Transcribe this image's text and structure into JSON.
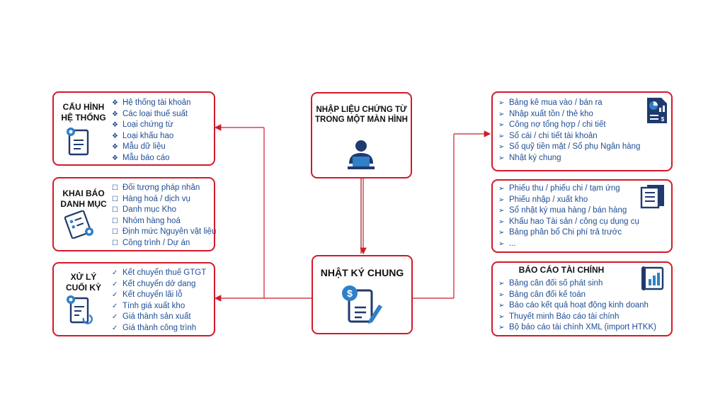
{
  "colors": {
    "border": "#d11a2a",
    "text": "#1f4e96",
    "icon_dark": "#1f3a6e",
    "icon_blue": "#2f80c8"
  },
  "center_top": {
    "title_line1": "NHẬP LIỆU CHỨNG TỪ",
    "title_line2": "TRONG MỘT MÀN HÌNH",
    "icon": "person-computer-icon"
  },
  "center_main": {
    "title": "NHẬT KÝ CHUNG",
    "icon": "dollar-document-icon"
  },
  "left_boxes": [
    {
      "title_line1": "CẤU HÌNH",
      "title_line2": "HỆ THỐNG",
      "bullet": "❖",
      "icon": "settings-document-icon",
      "items": [
        "Hệ thống tài khoản",
        "Các loại thuế suất",
        "Loại chứng từ",
        "Loại khấu hao",
        "Mẫu dữ liệu",
        "Mẫu báo cáo"
      ]
    },
    {
      "title_line1": "KHAI BÁO",
      "title_line2": "DANH MỤC",
      "bullet": "☐",
      "icon": "checklist-icon",
      "items": [
        "Đối tượng pháp nhân",
        "Hàng hoá / dịch vụ",
        "Danh mục Kho",
        "Nhóm hàng hoá",
        "Định mức Nguyên vật liệu",
        "Công trình / Dự án"
      ]
    },
    {
      "title_line1": "XỬ LÝ",
      "title_line2": "CUỐI KỲ",
      "bullet": "✓",
      "icon": "process-document-icon",
      "items": [
        "Kết chuyển thuế GTGT",
        "Kết chuyển dở dang",
        "Kết chuyển lãi lỗ",
        "Tính giá xuất kho",
        "Giá thành sản xuất",
        "Giá thành công trình"
      ]
    }
  ],
  "right_boxes": [
    {
      "bullet": "➢",
      "icon": "report-chart-icon",
      "items": [
        "Bảng kê mua vào / bán ra",
        "Nhập xuất tồn / thẻ kho",
        "Công nợ tổng hợp / chi tiết",
        "Sổ cái / chi tiết tài khoản",
        "Sổ quỹ tiền mặt / Sổ phụ Ngân hàng",
        "Nhật ký chung"
      ]
    },
    {
      "bullet": "➢",
      "icon": "documents-stack-icon",
      "items": [
        "Phiếu thu / phiếu chi / tạm ứng",
        "Phiếu nhập / xuất kho",
        "Sổ nhật ký mua hàng / bán hàng",
        "Khấu hao Tài sản / công cụ dụng cụ",
        "Bảng phân bổ Chi phí trả trước",
        "..."
      ]
    },
    {
      "title": "BÁO CÁO TÀI CHÍNH",
      "bullet": "➢",
      "icon": "financial-report-icon",
      "items": [
        "Bảng cân đối số phát sinh",
        "Bảng cân đối kế toán",
        "Báo cáo kết quả hoạt động kinh doanh",
        "Thuyết minh Báo cáo tài chính",
        "Bộ báo cáo tài chính XML (import HTKK)"
      ]
    }
  ]
}
